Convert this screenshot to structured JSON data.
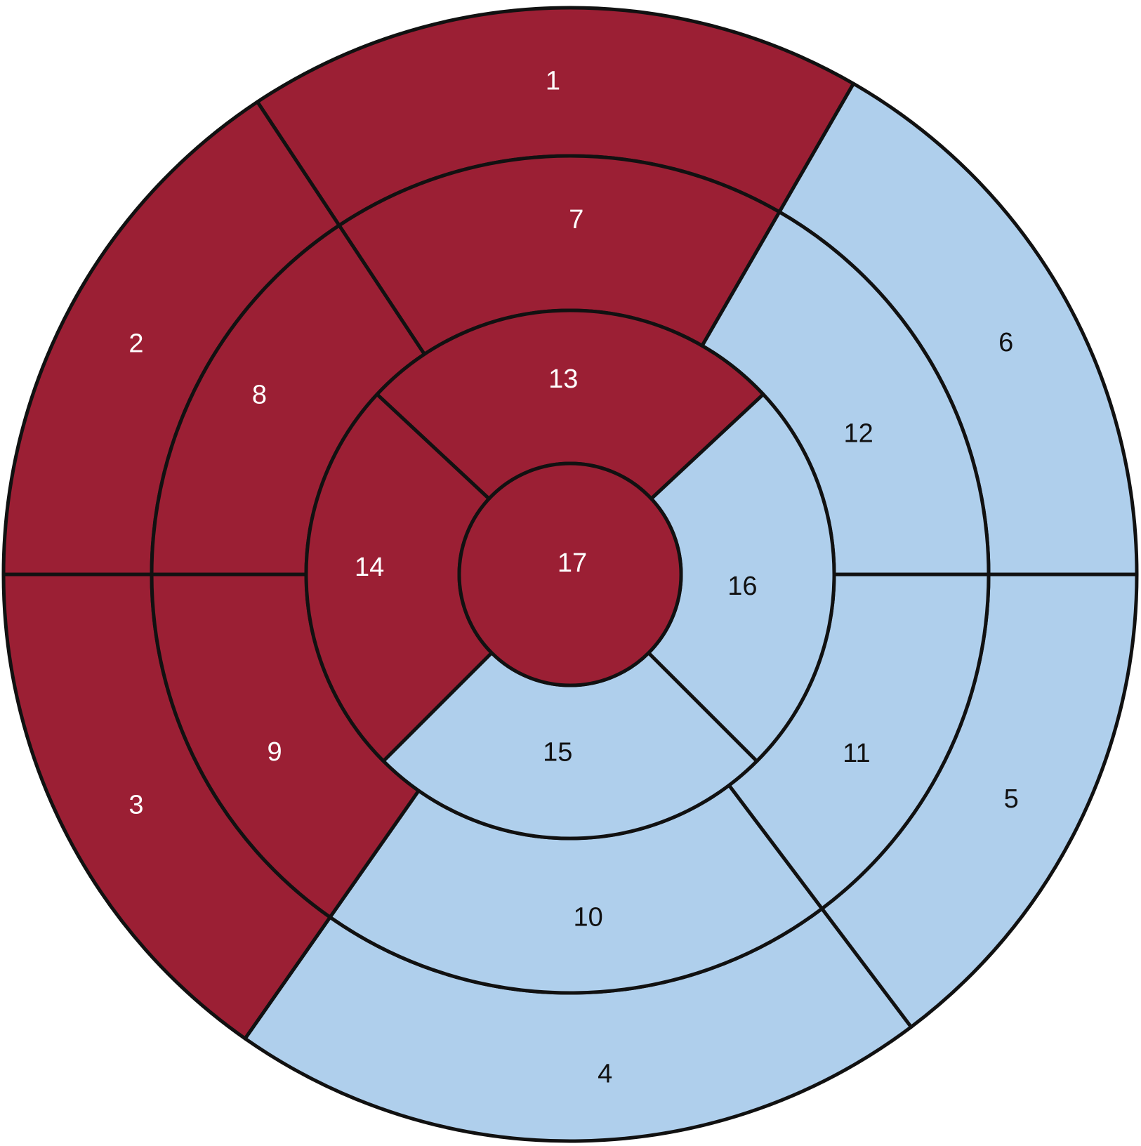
{
  "colors": {
    "affected": "#9b1f34",
    "normal": "#afcfec",
    "outline": "#111111",
    "label_on_affected": "#ffffff",
    "label_on_normal": "#111111"
  },
  "segments": [
    {
      "id": 1,
      "label": "1",
      "state": "affected"
    },
    {
      "id": 2,
      "label": "2",
      "state": "affected"
    },
    {
      "id": 3,
      "label": "3",
      "state": "affected"
    },
    {
      "id": 4,
      "label": "4",
      "state": "normal"
    },
    {
      "id": 5,
      "label": "5",
      "state": "normal"
    },
    {
      "id": 6,
      "label": "6",
      "state": "normal"
    },
    {
      "id": 7,
      "label": "7",
      "state": "affected"
    },
    {
      "id": 8,
      "label": "8",
      "state": "affected"
    },
    {
      "id": 9,
      "label": "9",
      "state": "affected"
    },
    {
      "id": 10,
      "label": "10",
      "state": "normal"
    },
    {
      "id": 11,
      "label": "11",
      "state": "normal"
    },
    {
      "id": 12,
      "label": "12",
      "state": "normal"
    },
    {
      "id": 13,
      "label": "13",
      "state": "affected"
    },
    {
      "id": 14,
      "label": "14",
      "state": "affected"
    },
    {
      "id": 15,
      "label": "15",
      "state": "normal"
    },
    {
      "id": 16,
      "label": "16",
      "state": "normal"
    },
    {
      "id": 17,
      "label": "17",
      "state": "affected"
    }
  ]
}
